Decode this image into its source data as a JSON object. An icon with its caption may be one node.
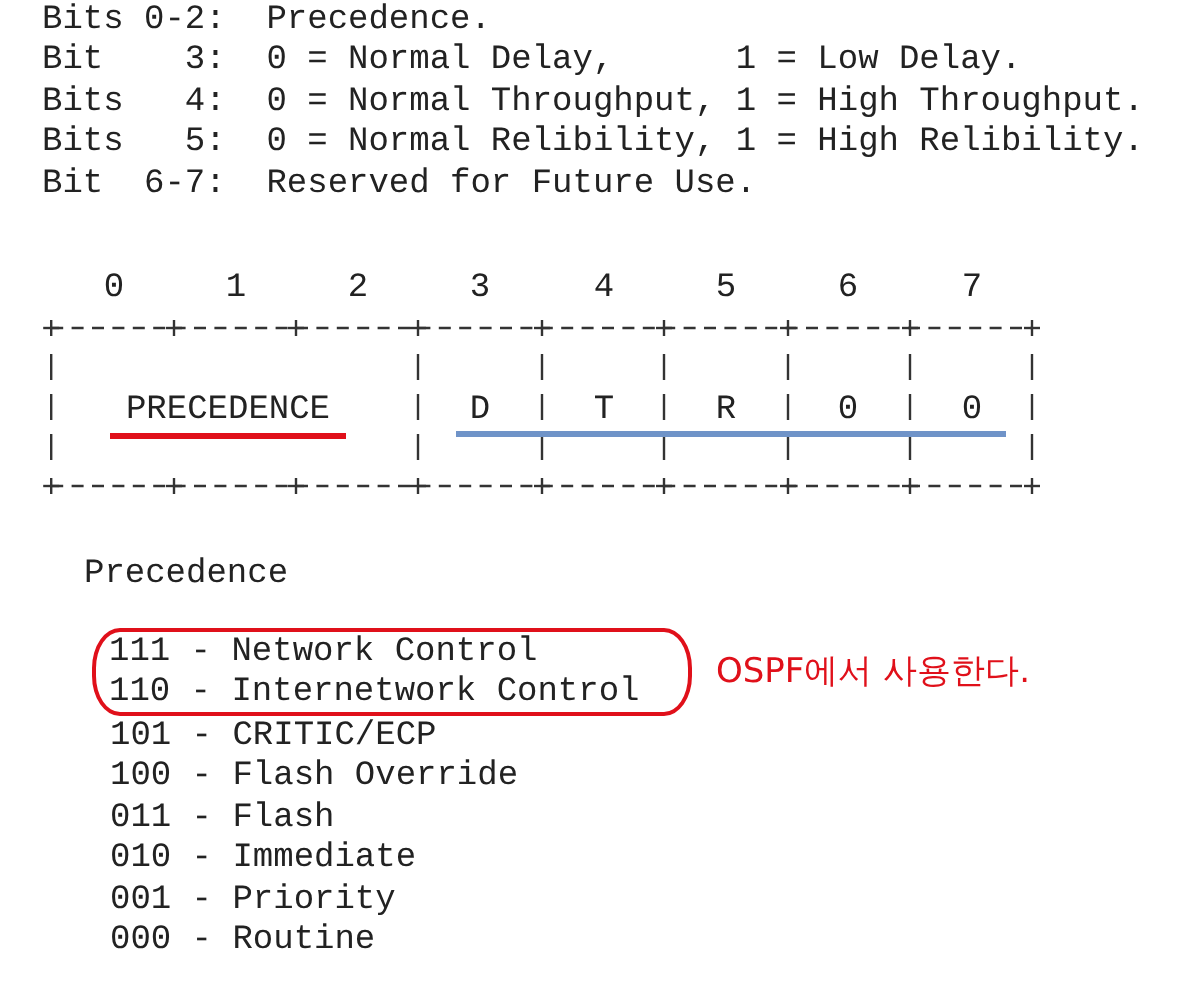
{
  "diagram": {
    "nodes": [
      {
        "text": [
          "111 - Network Control",
          "110 - Internetwork Control"
        ],
        "beside": [
          "OSPF에서 사용한다."
        ]
      }
    ],
    "edges": [],
    "labels": [
      "Bits 0-2:  Precedence.",
      "Bit    3:  0 = Normal Delay,      1 = Low Delay.",
      "Bits   4:  0 = Normal Throughput, 1 = High Throughput.",
      "Bits   5:  0 = Normal Relibility, 1 = High Relibility.",
      "Bit  6-7:  Reserved for Future Use.",
      "0",
      "1",
      "2",
      "3",
      "4",
      "5",
      "6",
      "7",
      "PRECEDENCE",
      "D",
      "T",
      "R",
      "0",
      "0",
      "Precedence",
      "101 - CRITIC/ECP",
      "100 - Flash Override",
      "011 - Flash",
      "010 - Immediate",
      "001 - Priority",
      "000 - Routine"
    ]
  }
}
